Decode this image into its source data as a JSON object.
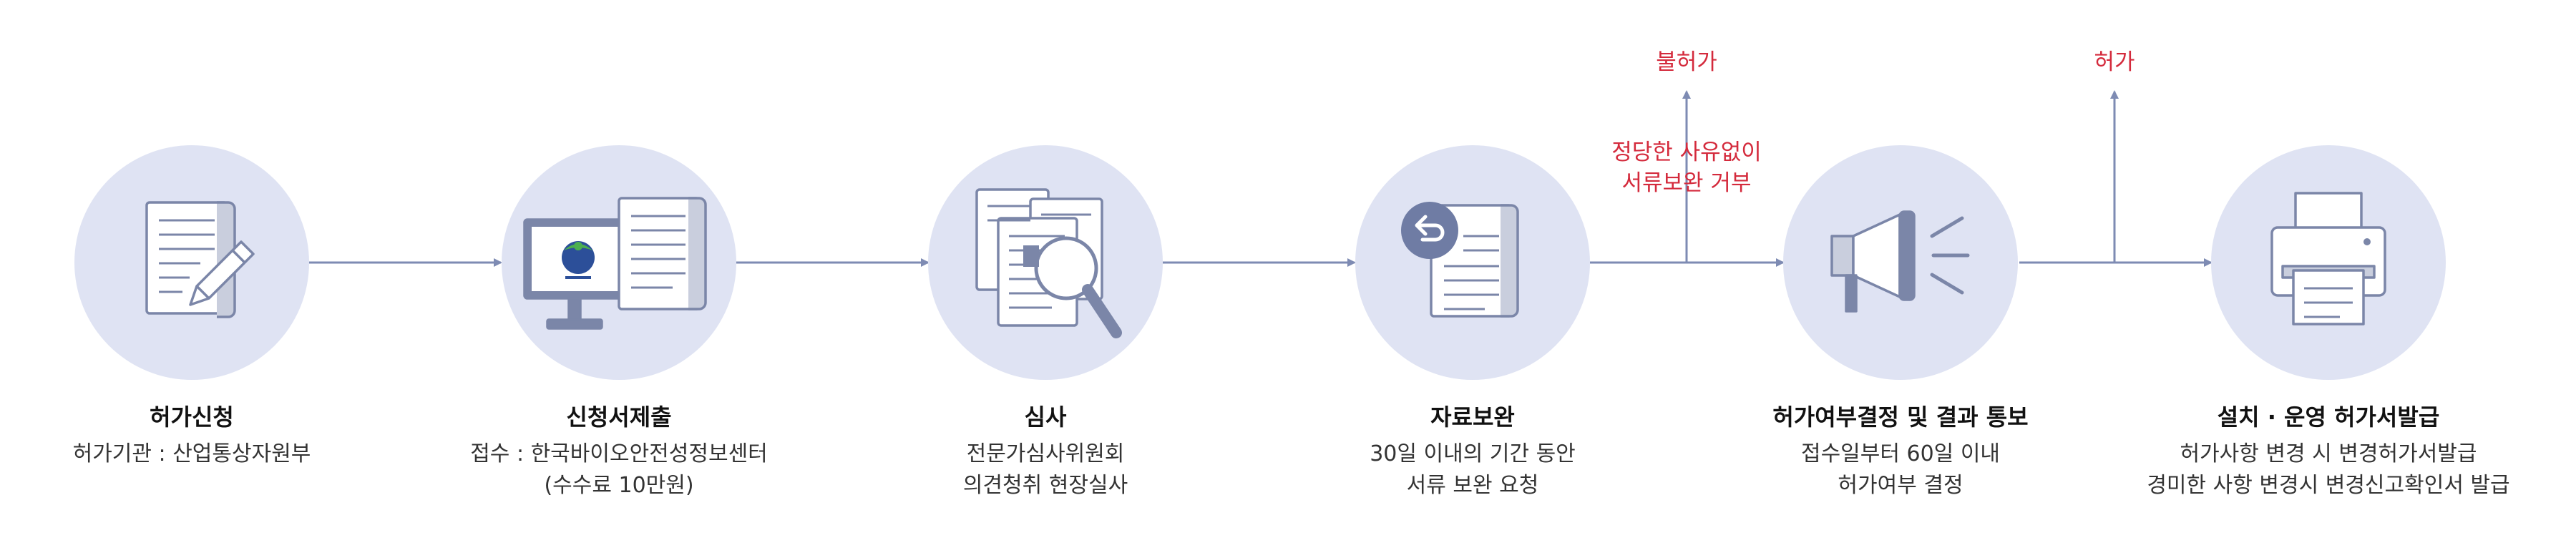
{
  "steps": [
    {
      "title": "허가신청",
      "lines": [
        "허가기관 : 산업통상자원부"
      ],
      "icon": "document-pen-icon"
    },
    {
      "title": "신청서제출",
      "lines": [
        "접수 : 한국바이오안전성정보센터",
        "(수수료 10만원)"
      ],
      "icon": "monitor-document-icon"
    },
    {
      "title": "심사",
      "lines": [
        "전문가심사위원회",
        "의견청취 현장실사"
      ],
      "icon": "documents-magnifier-icon"
    },
    {
      "title": "자료보완",
      "lines": [
        "30일 이내의 기간 동안",
        "서류 보완 요청"
      ],
      "icon": "document-return-icon"
    },
    {
      "title": "허가여부결정 및 결과 통보",
      "lines": [
        "접수일부터 60일 이내",
        "허가여부 결정"
      ],
      "icon": "megaphone-icon"
    },
    {
      "title": "설치 · 운영 허가서발급",
      "lines": [
        "허가사항 변경 시 변경허가서발급",
        "경미한 사항 변경시 변경신고확인서 발급"
      ],
      "icon": "printer-icon"
    }
  ],
  "branches": {
    "reject": {
      "label": "불허가",
      "condition_lines": [
        "정당한 사유없이",
        "서류보완 거부"
      ]
    },
    "approve": {
      "label": "허가"
    }
  },
  "colors": {
    "circle": "#dfe3f3",
    "line": "#7e8bb3",
    "icon_stroke": "#7b86a8",
    "icon_fill": "#ffffff",
    "accent": "#d42a3c",
    "logo_green": "#4caf50",
    "logo_blue": "#2c4f99"
  }
}
